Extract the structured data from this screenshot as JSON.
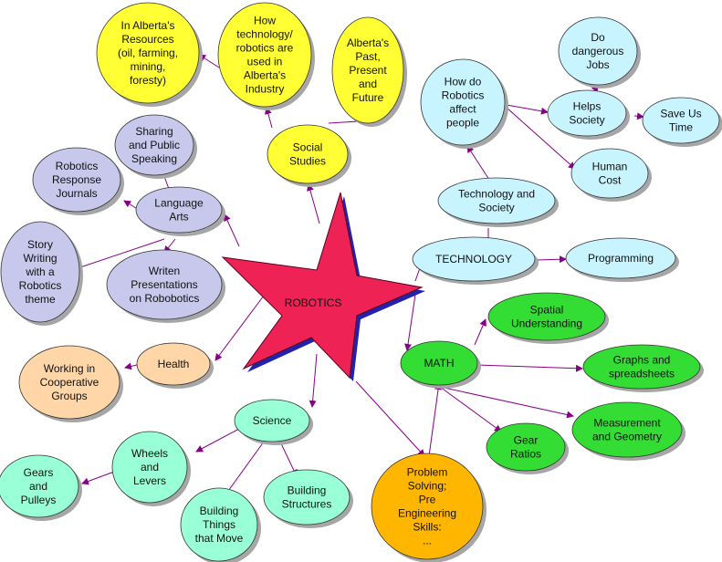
{
  "colors": {
    "yellow": "#ffff33",
    "lavender": "#c8c8ec",
    "lightblue": "#c8f4ff",
    "green": "#33dd33",
    "peach": "#ffd6a8",
    "aqua": "#99ffd6",
    "orange": "#ffb600",
    "star": "#ee2255",
    "link": "#880088"
  },
  "nodes": {
    "robotics": "ROBOTICS",
    "social_studies": [
      "Social",
      "Studies"
    ],
    "alberta_resources": [
      "In Alberta's",
      "Resources",
      "(oil, farming,",
      "mining,",
      "foresty)"
    ],
    "tech_in_industry": [
      "How",
      "technology/",
      "robotics are",
      "used in",
      "Alberta's",
      "Industry"
    ],
    "alberta_past": [
      "Alberta's",
      "Past,",
      "Present",
      "and",
      "Future"
    ],
    "language_arts": [
      "Language",
      "Arts"
    ],
    "sharing_speaking": [
      "Sharing",
      "and Public",
      "Speaking"
    ],
    "response_journals": [
      "Robotics",
      "Response",
      "Journals"
    ],
    "story_writing": [
      "Story",
      "Writing",
      "with a",
      "Robotics",
      "theme"
    ],
    "written_presentations": [
      "Writen",
      "Presentations",
      "on Robobotics"
    ],
    "health": "Health",
    "cooperative_groups": [
      "Working in",
      "Cooperative",
      "Groups"
    ],
    "science": "Science",
    "wheels_levers": [
      "Wheels",
      "and",
      "Levers"
    ],
    "gears_pulleys": [
      "Gears",
      "and",
      "Pulleys"
    ],
    "things_that_move": [
      "Building",
      "Things",
      "that Move"
    ],
    "building_structures": [
      "Building",
      "Structures"
    ],
    "problem_solving": [
      "Problem",
      "Solving;",
      "Pre",
      "Engineering",
      "Skills:",
      "..."
    ],
    "math": "MATH",
    "spatial": [
      "Spatial",
      "Understanding"
    ],
    "graphs": [
      "Graphs and",
      "spreadsheets"
    ],
    "gear_ratios": [
      "Gear",
      "Ratios"
    ],
    "measurement": [
      "Measurement",
      "and Geometry"
    ],
    "technology": "TECHNOLOGY",
    "programming": "Programming",
    "tech_society": [
      "Technology and",
      "Society"
    ],
    "affect_people": [
      "How do",
      "Robotics",
      "affect",
      "people"
    ],
    "helps_society": [
      "Helps",
      "Society"
    ],
    "dangerous_jobs": [
      "Do",
      "dangerous",
      "Jobs"
    ],
    "save_time": [
      "Save Us",
      "Time"
    ],
    "human_cost": [
      "Human",
      "Cost"
    ]
  }
}
